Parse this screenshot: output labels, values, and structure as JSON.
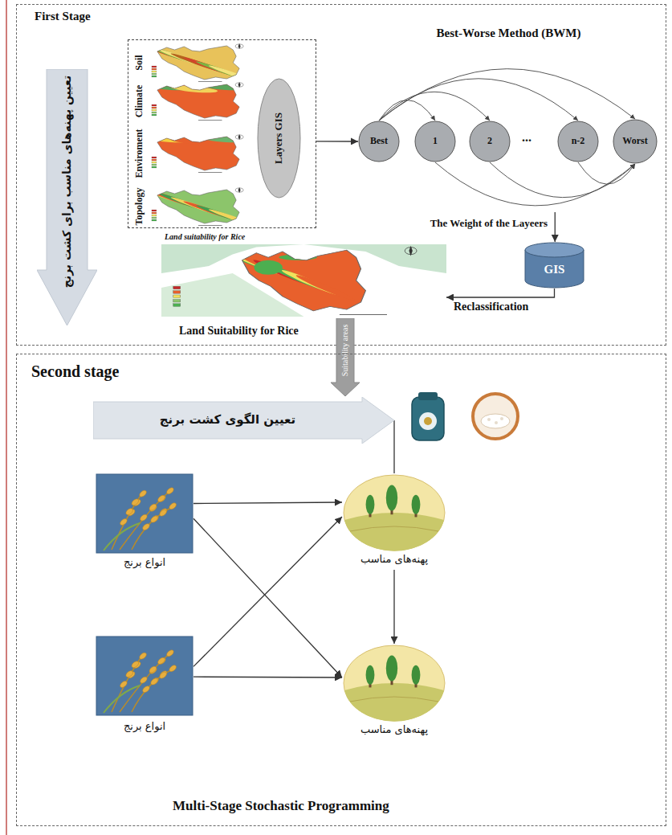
{
  "diagram": {
    "nodes": [
      {
        "text": [
          "First Stage"
        ]
      },
      {
        "text": [
          "تعیین پهنه‌های مناسب برای کشت برنج"
        ],
        "in": 0
      },
      {
        "text": [
          "Soil",
          "Climate",
          "Enviroment",
          "Topology"
        ],
        "in": 0
      },
      {
        "text": [
          "Layers GIS"
        ],
        "in": 2
      },
      {
        "text": [
          "Best-Worse Method (BWM)"
        ],
        "in": 0
      },
      {
        "text": [
          "Best"
        ],
        "in": 4
      },
      {
        "text": [
          "1"
        ],
        "in": 4
      },
      {
        "text": [
          "2"
        ],
        "in": 4
      },
      {
        "text": [
          "n-2"
        ],
        "in": 4
      },
      {
        "text": [
          "Worst"
        ],
        "in": 4
      },
      {
        "text": [
          "GIS"
        ],
        "in": 0
      },
      {
        "text": [
          "Land suitability for Rice",
          "Land Suitability for Rice"
        ],
        "in": 0
      },
      {
        "text": [
          "Suitability areas"
        ]
      },
      {
        "text": [
          "Second stage"
        ]
      },
      {
        "text": [
          "تعیین الگوی کشت برنج"
        ],
        "in": 13
      },
      {
        "text": [
          "انواع برنج"
        ],
        "in": 13
      },
      {
        "text": [
          "پهنه‌های مناسب"
        ],
        "in": 13
      },
      {
        "text": [
          "انواع برنج"
        ],
        "in": 13
      },
      {
        "text": [
          "پهنه‌های مناسب"
        ],
        "in": 13
      }
    ],
    "edges": [
      {
        "from": 2,
        "to": 5,
        "arrow": "to"
      },
      {
        "from": 5,
        "to": 6,
        "arrow": "to"
      },
      {
        "from": 5,
        "to": 7,
        "arrow": "to"
      },
      {
        "from": 5,
        "to": 8,
        "arrow": "to"
      },
      {
        "from": 5,
        "to": 9,
        "arrow": "to"
      },
      {
        "from": 6,
        "to": 9,
        "arrow": "to"
      },
      {
        "from": 7,
        "to": 9,
        "arrow": "to"
      },
      {
        "from": 8,
        "to": 9,
        "arrow": "to"
      },
      {
        "from": 4,
        "to": 10,
        "label": "The Weight of the Layeers",
        "arrow": "to"
      },
      {
        "from": 10,
        "to": 11,
        "label": "Reclassification",
        "arrow": "to"
      },
      {
        "from": 14,
        "to": 16,
        "arrow": "none"
      },
      {
        "from": 15,
        "to": 16,
        "arrow": "to"
      },
      {
        "from": 15,
        "to": 18,
        "arrow": "to"
      },
      {
        "from": 17,
        "to": 16,
        "arrow": "to"
      },
      {
        "from": 17,
        "to": 18,
        "arrow": "to"
      },
      {
        "from": 16,
        "to": 18,
        "arrow": "to"
      }
    ],
    "labels": [
      "...",
      "Multi-Stage Stochastic Programming"
    ]
  }
}
